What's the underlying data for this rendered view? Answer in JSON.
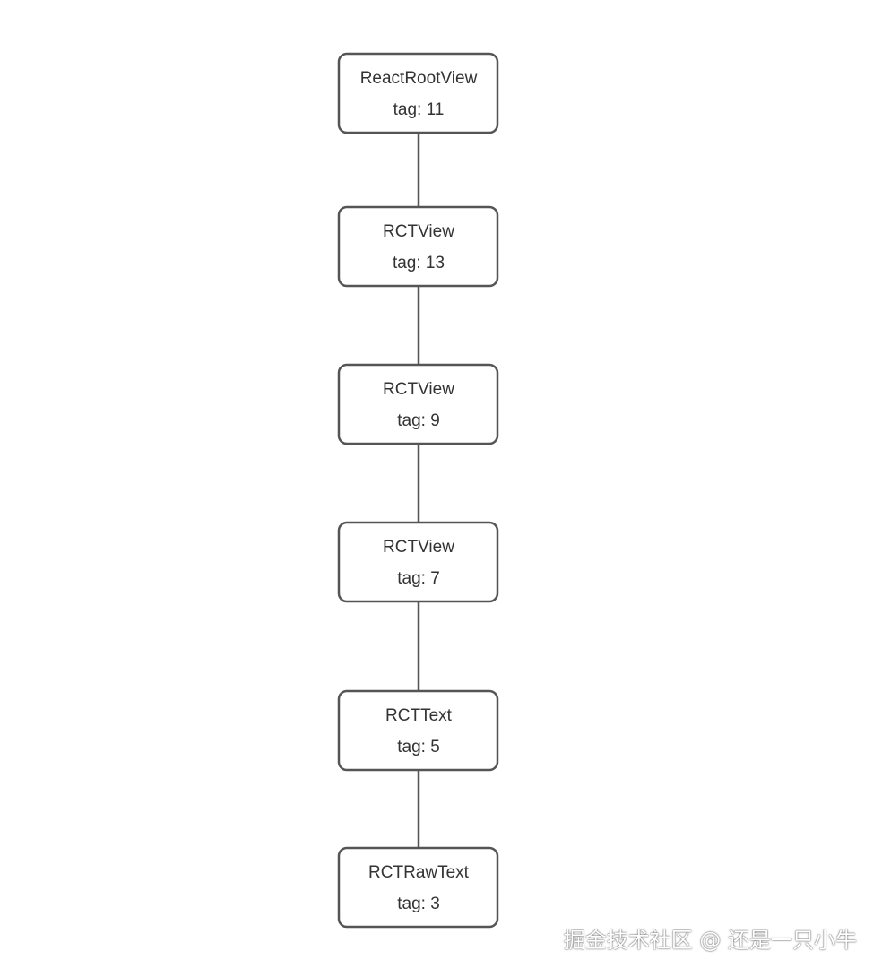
{
  "nodes": [
    {
      "name": "ReactRootView",
      "tag": "tag: 11"
    },
    {
      "name": "RCTView",
      "tag": "tag: 13"
    },
    {
      "name": "RCTView",
      "tag": "tag: 9"
    },
    {
      "name": "RCTView",
      "tag": "tag: 7"
    },
    {
      "name": "RCTText",
      "tag": "tag: 5"
    },
    {
      "name": "RCTRawText",
      "tag": "tag: 3"
    }
  ],
  "watermark": "掘金技术社区 @ 还是一只小牛",
  "colors": {
    "stroke": "#555555",
    "text": "#333333",
    "background": "#ffffff"
  }
}
